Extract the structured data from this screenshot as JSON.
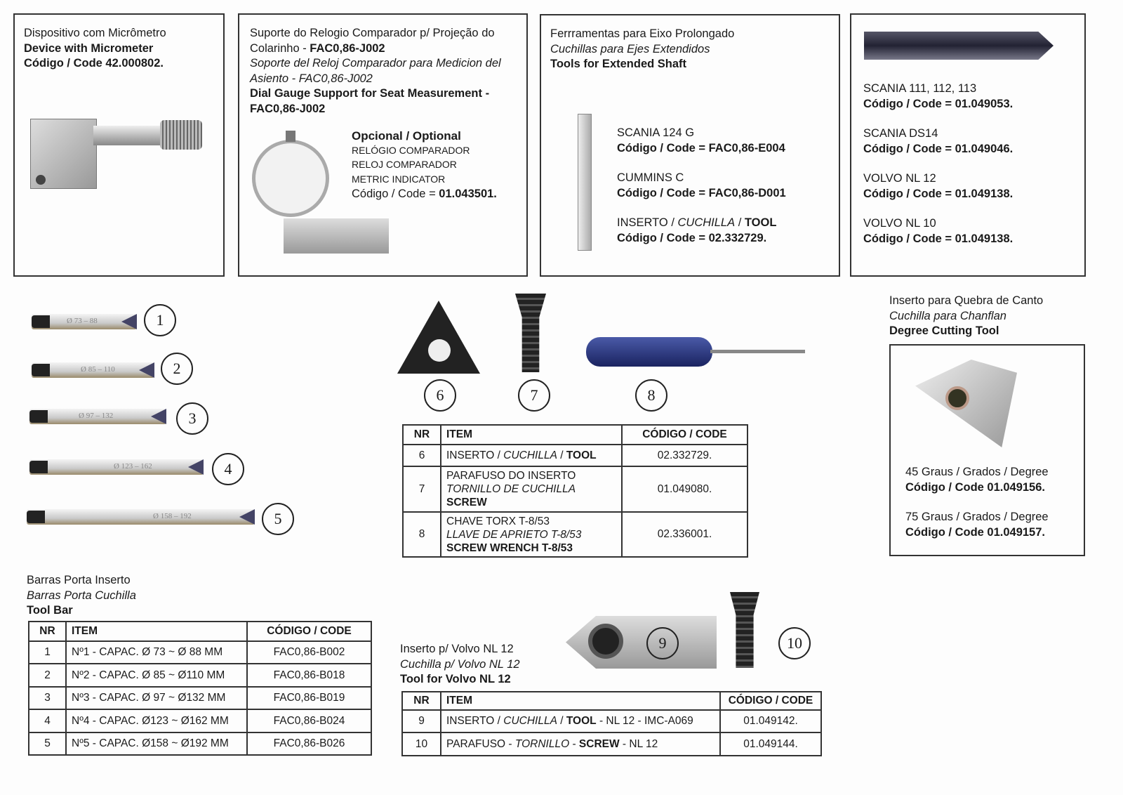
{
  "micrometer": {
    "l1": "Dispositivo com Micrômetro",
    "l2": "Device with Micrometer",
    "l3": "Código / Code 42.000802."
  },
  "dial_support": {
    "l1": "Suporte do Relogio Comparador p/ Projeção do",
    "l2a": "Colarinho - ",
    "l2b": "FAC0,86-J002",
    "l3": "Soporte del Reloj Comparador para Medicion del",
    "l4": "Asiento - FAC0,86-J002",
    "l5": "Dial Gauge Support for Seat Measurement -",
    "l6": "FAC0,86-J002",
    "optional": {
      "title": "Opcional / Optional",
      "l1": "RELÓGIO COMPARADOR",
      "l2": "RELOJ COMPARADOR",
      "l3": "METRIC INDICATOR",
      "code_label": "Código / Code = ",
      "code": "01.043501."
    }
  },
  "extended": {
    "l1": "Ferrramentas para Eixo Prolongado",
    "l2": "Cuchillas para Ejes Extendidos",
    "l3": "Tools for Extended Shaft",
    "items": [
      {
        "name": "SCANIA 124 G",
        "code": "Código / Code = FAC0,86-E004"
      },
      {
        "name": "CUMMINS C",
        "code": "Código / Code  = FAC0,86-D001"
      }
    ],
    "insert_a": "INSERTO / ",
    "insert_b": "CUCHILLA",
    "insert_c": " / ",
    "insert_d": "TOOL",
    "insert_code": "Código / Code = 02.332729."
  },
  "scania": {
    "items": [
      {
        "name": "SCANIA 111, 112, 113",
        "code": "Código / Code = 01.049053."
      },
      {
        "name": "SCANIA DS14",
        "code": "Código / Code = 01.049046."
      },
      {
        "name": "VOLVO NL 12",
        "code": "Código / Code = 01.049138."
      },
      {
        "name": "VOLVO NL 10",
        "code": "Código / Code  = 01.049138."
      }
    ]
  },
  "bars": [
    {
      "n": "1",
      "lbl": "Ø 73 – 88"
    },
    {
      "n": "2",
      "lbl": "Ø 85 – 110"
    },
    {
      "n": "3",
      "lbl": "Ø 97 – 132"
    },
    {
      "n": "4",
      "lbl": "Ø 123 – 162"
    },
    {
      "n": "5",
      "lbl": "Ø 158 – 192"
    }
  ],
  "callouts": {
    "c6": "6",
    "c7": "7",
    "c8": "8",
    "c9": "9",
    "c10": "10"
  },
  "parts_table": {
    "h": [
      "NR",
      "ITEM",
      "CÓDIGO / CODE"
    ],
    "r6": {
      "nr": "6",
      "a": "INSERTO / ",
      "b": "CUCHILLA",
      "c": " / ",
      "d": "TOOL",
      "code": "02.332729."
    },
    "r7": {
      "nr": "7",
      "a": "PARAFUSO DO INSERTO",
      "b": "TORNILLO DE CUCHILLA",
      "c": "SCREW",
      "code": "01.049080."
    },
    "r8": {
      "nr": "8",
      "a": "CHAVE TORX T-8/53",
      "b": "LLAVE DE APRIETO T-8/53",
      "c": "SCREW WRENCH T-8/53",
      "code": "02.336001."
    }
  },
  "chamfer": {
    "l1": "Inserto para Quebra de Canto",
    "l2": "Cuchilla para Chanflan",
    "l3": "Degree Cutting Tool",
    "d45": "45 Graus / Grados / Degree",
    "c45": "Código / Code 01.049156.",
    "d75": "75 Graus / Grados / Degree",
    "c75": "Código / Code 01.049157."
  },
  "toolbar": {
    "l1": "Barras Porta Inserto",
    "l2": "Barras Porta Cuchilla",
    "l3": "Tool Bar",
    "h": [
      "NR",
      "ITEM",
      "CÓDIGO / CODE"
    ],
    "rows": [
      {
        "nr": "1",
        "item": "Nº1 - CAPAC. Ø  73 ~ Ø  88 MM",
        "code": "FAC0,86-B002"
      },
      {
        "nr": "2",
        "item": "Nº2 - CAPAC. Ø  85 ~ Ø110 MM",
        "code": "FAC0,86-B018"
      },
      {
        "nr": "3",
        "item": "Nº3 - CAPAC. Ø  97 ~ Ø132 MM",
        "code": "FAC0,86-B019"
      },
      {
        "nr": "4",
        "item": "Nº4 - CAPAC. Ø123 ~ Ø162 MM",
        "code": "FAC0,86-B024"
      },
      {
        "nr": "5",
        "item": "Nº5 - CAPAC. Ø158 ~ Ø192 MM",
        "code": "FAC0,86-B026"
      }
    ]
  },
  "volvo": {
    "l1": "Inserto p/ Volvo NL 12",
    "l2": "Cuchilla p/ Volvo NL 12",
    "l3": "Tool for Volvo NL 12",
    "h": [
      "NR",
      "ITEM",
      "CÓDIGO / CODE"
    ],
    "r9": {
      "nr": "9",
      "a": "INSERTO / ",
      "b": "CUCHILLA",
      "c": " / ",
      "d": "TOOL",
      "e": " - NL 12 - IMC-A069",
      "code": "01.049142."
    },
    "r10": {
      "nr": "10",
      "a": "PARAFUSO - ",
      "b": "TORNILLO",
      "c": " - ",
      "d": "SCREW",
      "e": " - NL 12",
      "code": "01.049144."
    }
  }
}
